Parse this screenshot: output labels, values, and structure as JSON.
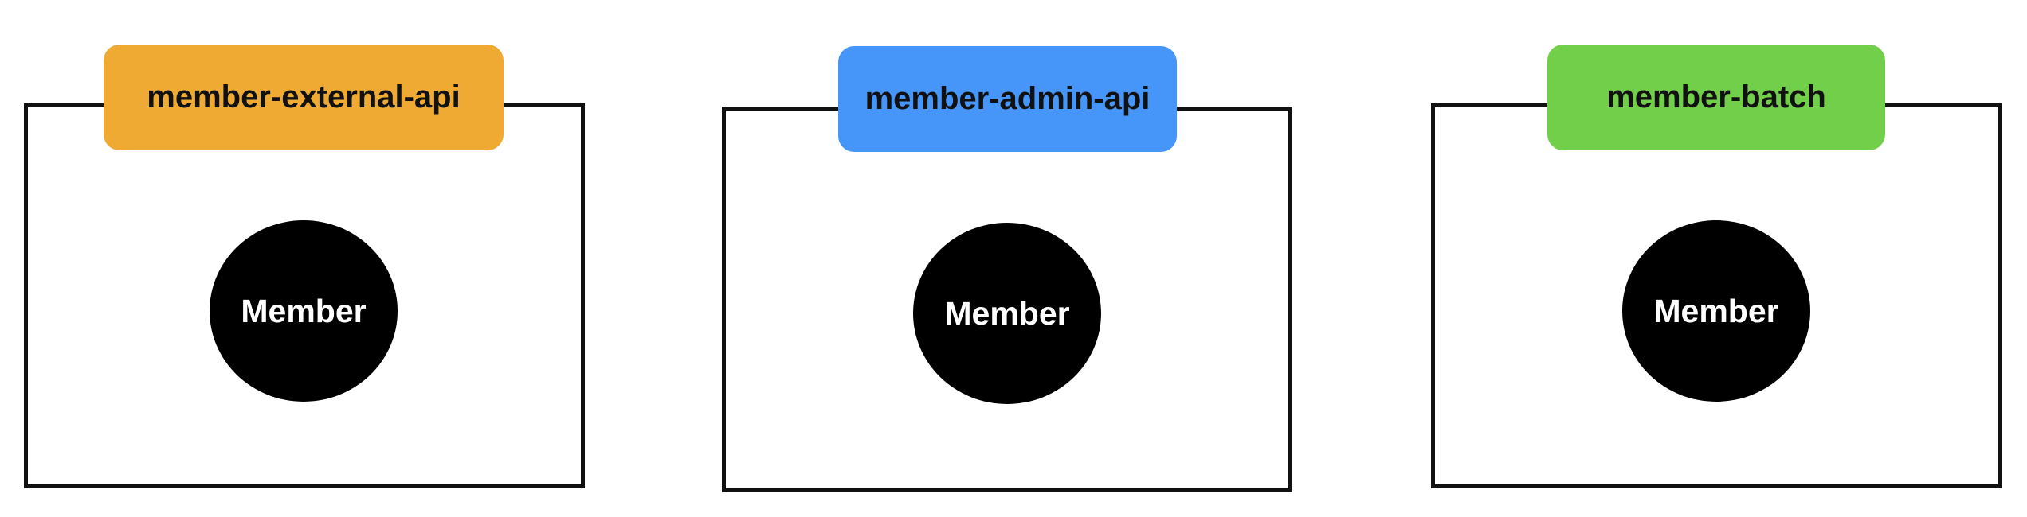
{
  "modules": [
    {
      "name": "member-external-api",
      "color": "#EFAA33",
      "entity": "Member"
    },
    {
      "name": "member-admin-api",
      "color": "#4596F8",
      "entity": "Member"
    },
    {
      "name": "member-batch",
      "color": "#71CF49",
      "entity": "Member"
    }
  ]
}
